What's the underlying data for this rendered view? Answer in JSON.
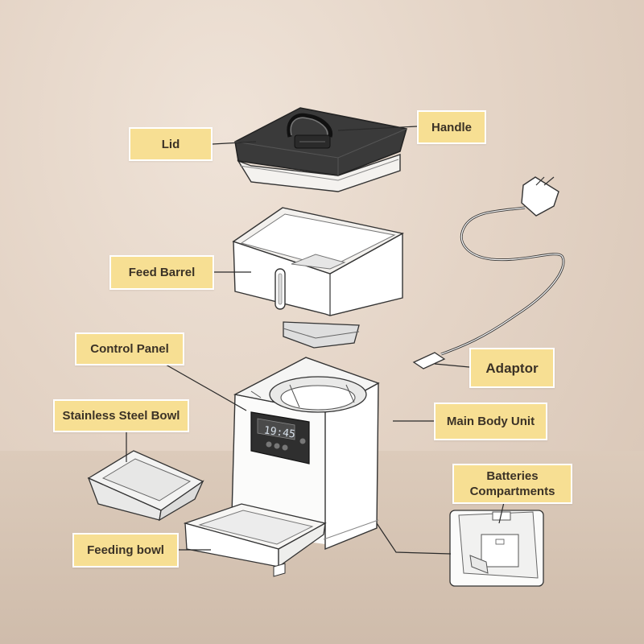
{
  "labels": {
    "lid": "Lid",
    "handle": "Handle",
    "feed_barrel": "Feed Barrel",
    "adaptor": "Adaptor",
    "control_panel": "Control Panel",
    "main_body_unit": "Main Body Unit",
    "stainless_steel_bowl": "Stainless Steel Bowl",
    "batteries_compartments": "Batteries Compartments",
    "feeding_bowl": "Feeding bowl"
  },
  "display": {
    "time": "19:45"
  },
  "colors": {
    "label_fill": "#f7df93",
    "label_border": "#ffffff",
    "lid_color": "#3a3a3a",
    "panel_color": "#2f2f2f"
  }
}
